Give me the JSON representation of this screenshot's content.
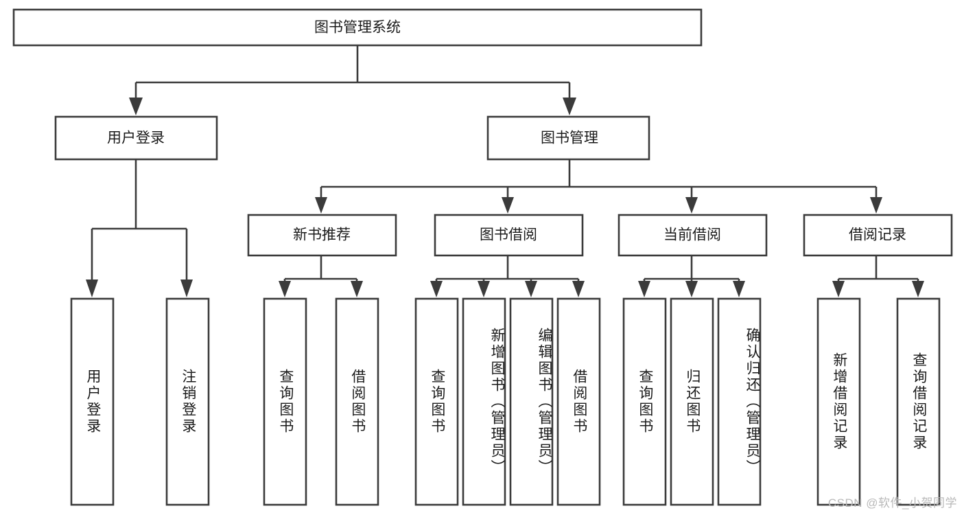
{
  "diagram": {
    "title": "图书管理系统",
    "type": "tree-hierarchy",
    "watermark": "CSDN @软件_小贺同学",
    "colors": {
      "stroke": "#3b3b3b",
      "fill": "#ffffff",
      "text": "#1a1a1a",
      "watermark": "#b9b9b9",
      "background": "#ffffff"
    },
    "root": {
      "label": "图书管理系统",
      "orientation": "horizontal"
    },
    "level2": [
      {
        "label": "用户登录",
        "orientation": "horizontal"
      },
      {
        "label": "图书管理",
        "orientation": "horizontal"
      }
    ],
    "level3": [
      {
        "label": "新书推荐",
        "orientation": "horizontal"
      },
      {
        "label": "图书借阅",
        "orientation": "horizontal"
      },
      {
        "label": "当前借阅",
        "orientation": "horizontal"
      },
      {
        "label": "借阅记录",
        "orientation": "horizontal"
      }
    ],
    "leaves": {
      "user_login": [
        {
          "label": "用户登录",
          "orientation": "vertical"
        },
        {
          "label": "注销登录",
          "orientation": "vertical"
        }
      ],
      "new_book_recommend": [
        {
          "label": "查询图书",
          "orientation": "vertical"
        },
        {
          "label": "借阅图书",
          "orientation": "vertical"
        }
      ],
      "book_borrow": [
        {
          "label": "查询图书",
          "orientation": "vertical"
        },
        {
          "label": "新增图书（管理员）",
          "orientation": "vertical"
        },
        {
          "label": "编辑图书（管理员）",
          "orientation": "vertical"
        },
        {
          "label": "借阅图书",
          "orientation": "vertical"
        }
      ],
      "current_borrow": [
        {
          "label": "查询图书",
          "orientation": "vertical"
        },
        {
          "label": "归还图书",
          "orientation": "vertical"
        },
        {
          "label": "确认归还（管理员）",
          "orientation": "vertical"
        }
      ],
      "borrow_record": [
        {
          "label": "新增借阅记录",
          "orientation": "vertical"
        },
        {
          "label": "查询借阅记录",
          "orientation": "vertical"
        }
      ]
    }
  }
}
